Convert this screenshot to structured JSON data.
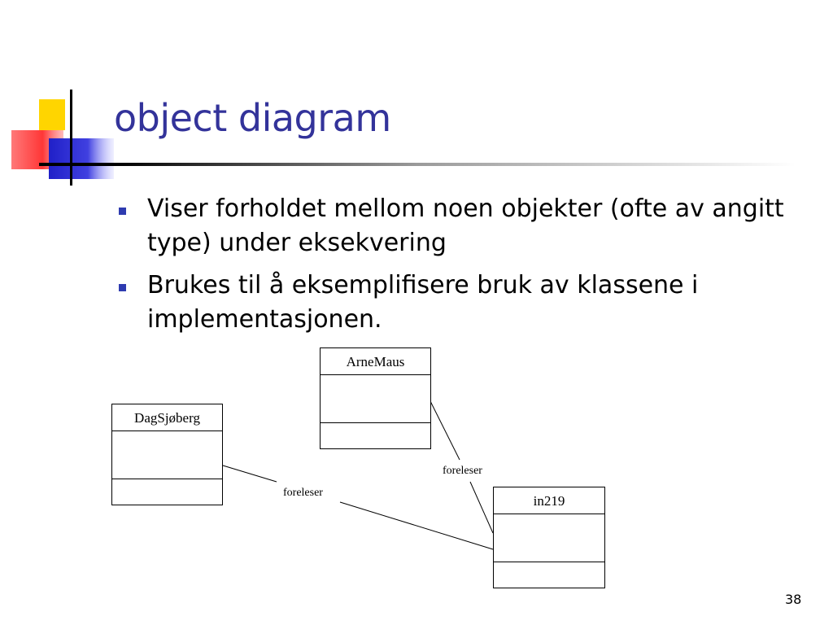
{
  "slide": {
    "title": "object diagram",
    "page_number": "38",
    "bullets": [
      "Viser forholdet mellom noen objekter (ofte av angitt type) under eksekvering",
      "Brukes til å eksemplifisere bruk av klassene i implementasjonen."
    ]
  },
  "diagram": {
    "objects": {
      "arnemaus": "ArneMaus",
      "dagsjoberg": "DagSjøberg",
      "in219": "in219"
    },
    "associations": {
      "arnemaus_in219": "foreleser",
      "dagsjoberg_in219": "foreleser"
    }
  },
  "colors": {
    "title": "#33339a",
    "bullet_marker": "#2e3bb0",
    "logo_yellow": "#ffd500",
    "logo_red": "#ff3030",
    "logo_blue": "#2b2bd6"
  }
}
